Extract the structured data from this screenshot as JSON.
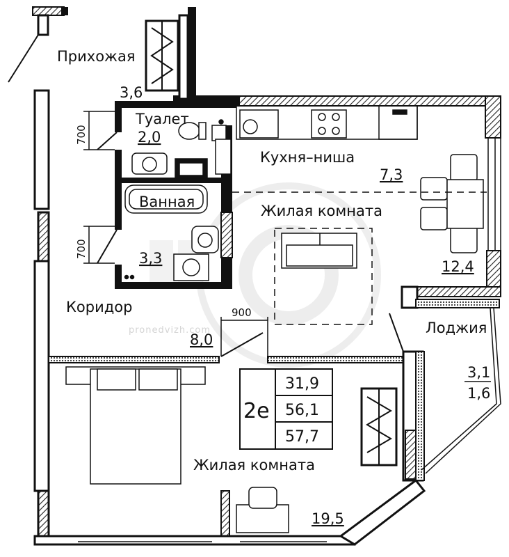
{
  "rooms": {
    "hallway": "Прихожая",
    "toilet": "Туалет",
    "kitchen_niche": "Кухня–ниша",
    "bathroom": "Ванная",
    "living_room_1": "Жилая комната",
    "corridor": "Коридор",
    "loggia": "Лоджия",
    "living_room_2": "Жилая комната"
  },
  "areas": {
    "hallway": "3,6",
    "toilet": "2,0",
    "kitchen_niche": "7,3",
    "bathroom": "3,3",
    "living_room_1": "12,4",
    "corridor": "8,0",
    "loggia_top": "3,1",
    "loggia_bottom": "1,6",
    "living_room_2": "19,5"
  },
  "dimensions": {
    "toilet_door": "700",
    "bath_door": "700",
    "corridor_opening": "900"
  },
  "summary": {
    "code": "2е",
    "living_area": "31,9",
    "total_area": "56,1",
    "total_with_loggia": "57,7"
  },
  "watermark": "pronedvizh.com"
}
